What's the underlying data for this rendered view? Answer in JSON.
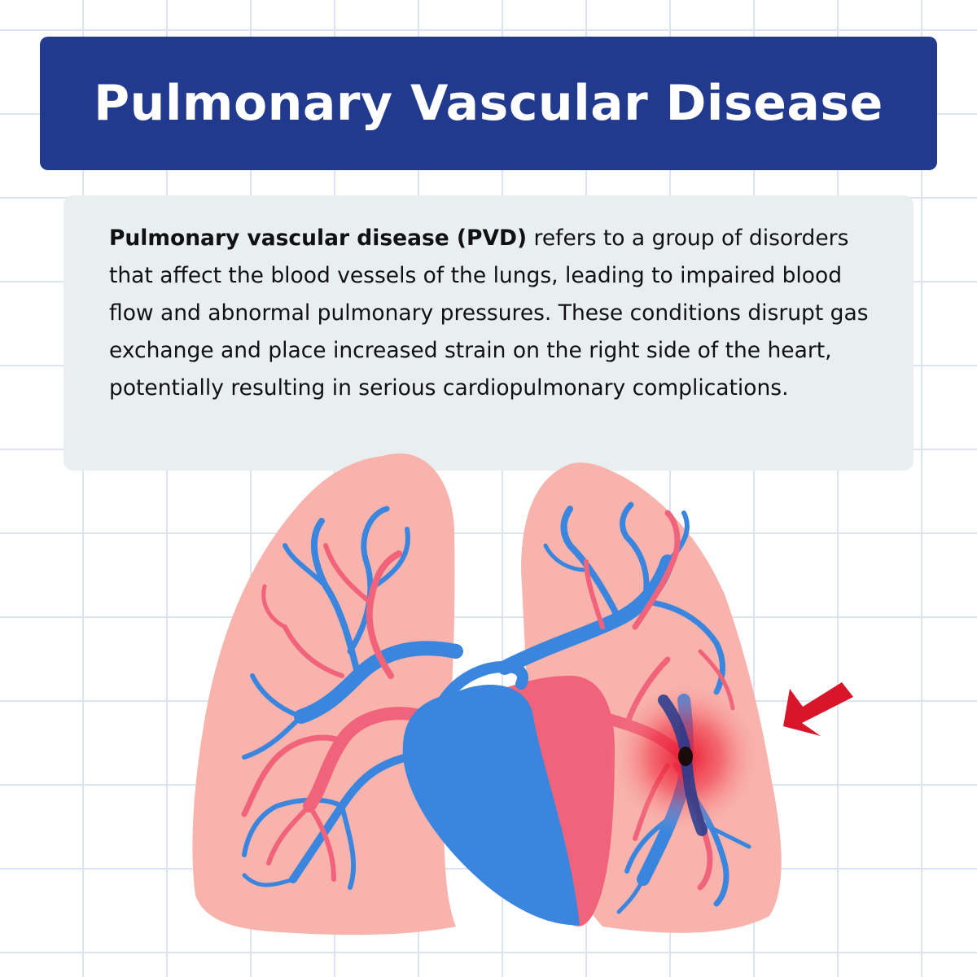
{
  "title": "Pulmonary Vascular Disease",
  "description": {
    "term": "Pulmonary vascular disease (PVD)",
    "text": " refers to a group of disorders that affect the blood vessels of the lungs, leading to impaired blood flow and abnormal pulmonary pressures. These conditions disrupt gas exchange and place increased strain on the right side of the heart, potentially resulting in serious cardiopulmonary complications."
  },
  "colors": {
    "banner": "#213a8d",
    "lung": "#f9b3ad",
    "vein_blue": "#3a86df",
    "artery_red": "#f0637a",
    "alert_red": "#d8152b"
  },
  "illustration": {
    "icons": [
      "lungs",
      "heart",
      "blood-vessels",
      "blood-clot",
      "alert-arrow"
    ]
  }
}
